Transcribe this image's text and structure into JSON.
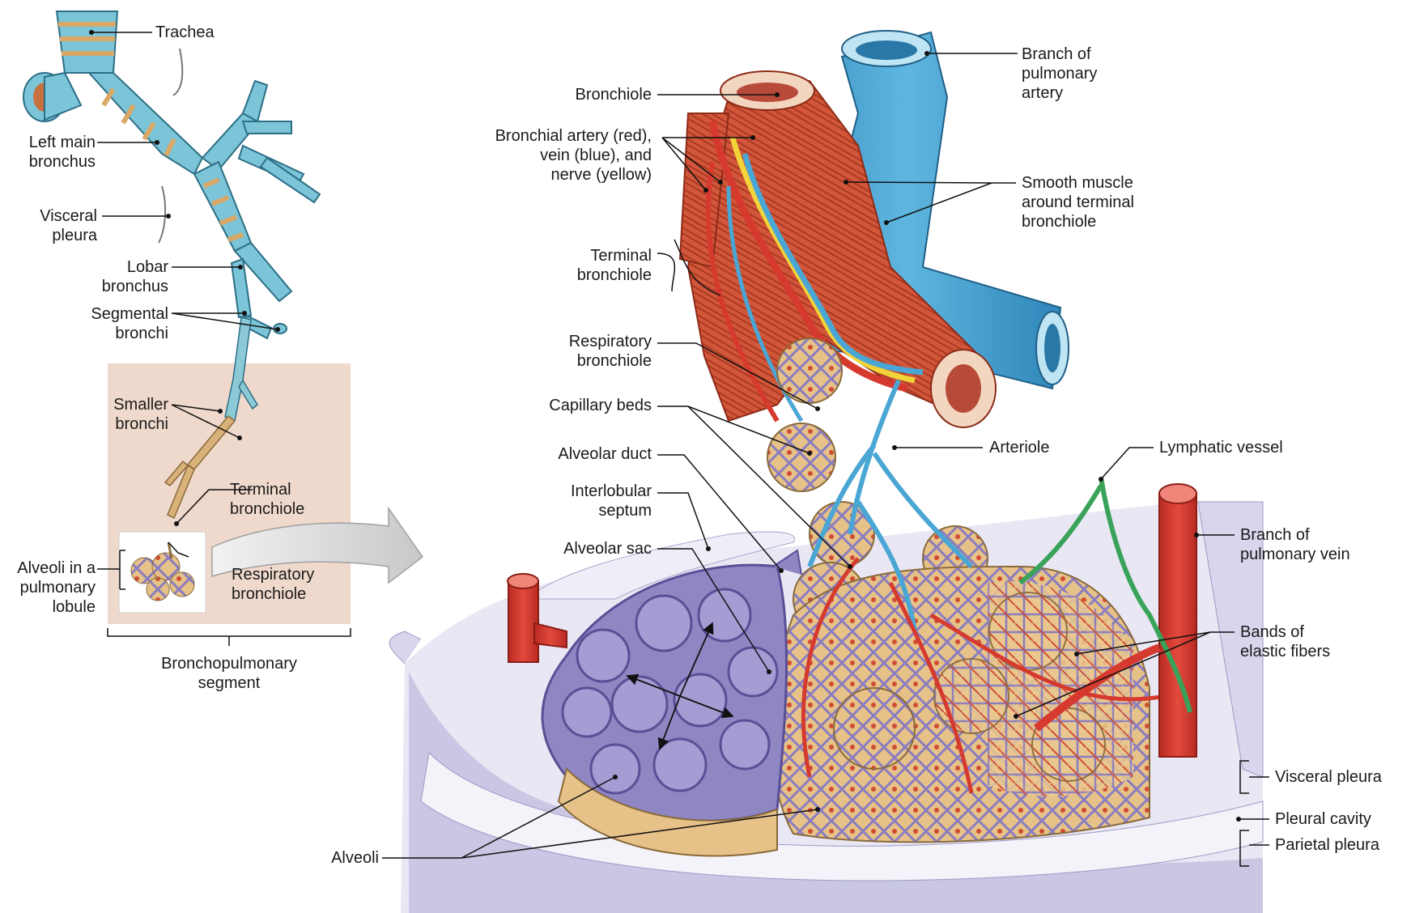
{
  "labels": {
    "trachea": "Trachea",
    "left_main_bronchus": "Left main\nbronchus",
    "visceral_pleura_left": "Visceral\npleura",
    "lobar_bronchus": "Lobar\nbronchus",
    "segmental_bronchi": "Segmental\nbronchi",
    "smaller_bronchi": "Smaller\nbronchi",
    "terminal_bronchiole_left": "Terminal\nbronchiole",
    "respiratory_bronchiole_left": "Respiratory\nbronchiole",
    "alveoli_in_lobule": "Alveoli in a\npulmonary\nlobule",
    "bronchopulmonary_segment": "Bronchopulmonary\nsegment",
    "bronchiole": "Bronchiole",
    "bronchial_artery": "Bronchial artery (red),\nvein (blue), and\nnerve (yellow)",
    "terminal_bronchiole": "Terminal\nbronchiole",
    "respiratory_bronchiole": "Respiratory\nbronchiole",
    "capillary_beds": "Capillary beds",
    "alveolar_duct": "Alveolar duct",
    "interlobular_septum": "Interlobular\nseptum",
    "alveolar_sac": "Alveolar sac",
    "alveoli": "Alveoli",
    "branch_pulmonary_artery": "Branch of\npulmonary\nartery",
    "smooth_muscle": "Smooth muscle\naround terminal\nbronchiole",
    "arteriole": "Arteriole",
    "lymphatic_vessel": "Lymphatic vessel",
    "branch_pulmonary_vein": "Branch of\npulmonary vein",
    "bands_elastic_fibers": "Bands of\nelastic fibers",
    "visceral_pleura": "Visceral pleura",
    "pleural_cavity": "Pleural cavity",
    "parietal_pleura": "Parietal pleura"
  },
  "colors": {
    "airway_blue": "#7cc4d8",
    "airway_tan": "#d9a766",
    "muscle_red": "#c9482c",
    "artery_blue": "#4aa6d4",
    "vein_red": "#d63a2f",
    "nerve_yellow": "#f2d43a",
    "lymph_green": "#3aa35a",
    "alveolar_purple": "#8f86c4",
    "alveolus_tan": "#e6c288",
    "pleura_lavender": "#c9c7e4",
    "segment_box": "#efd9cc"
  }
}
